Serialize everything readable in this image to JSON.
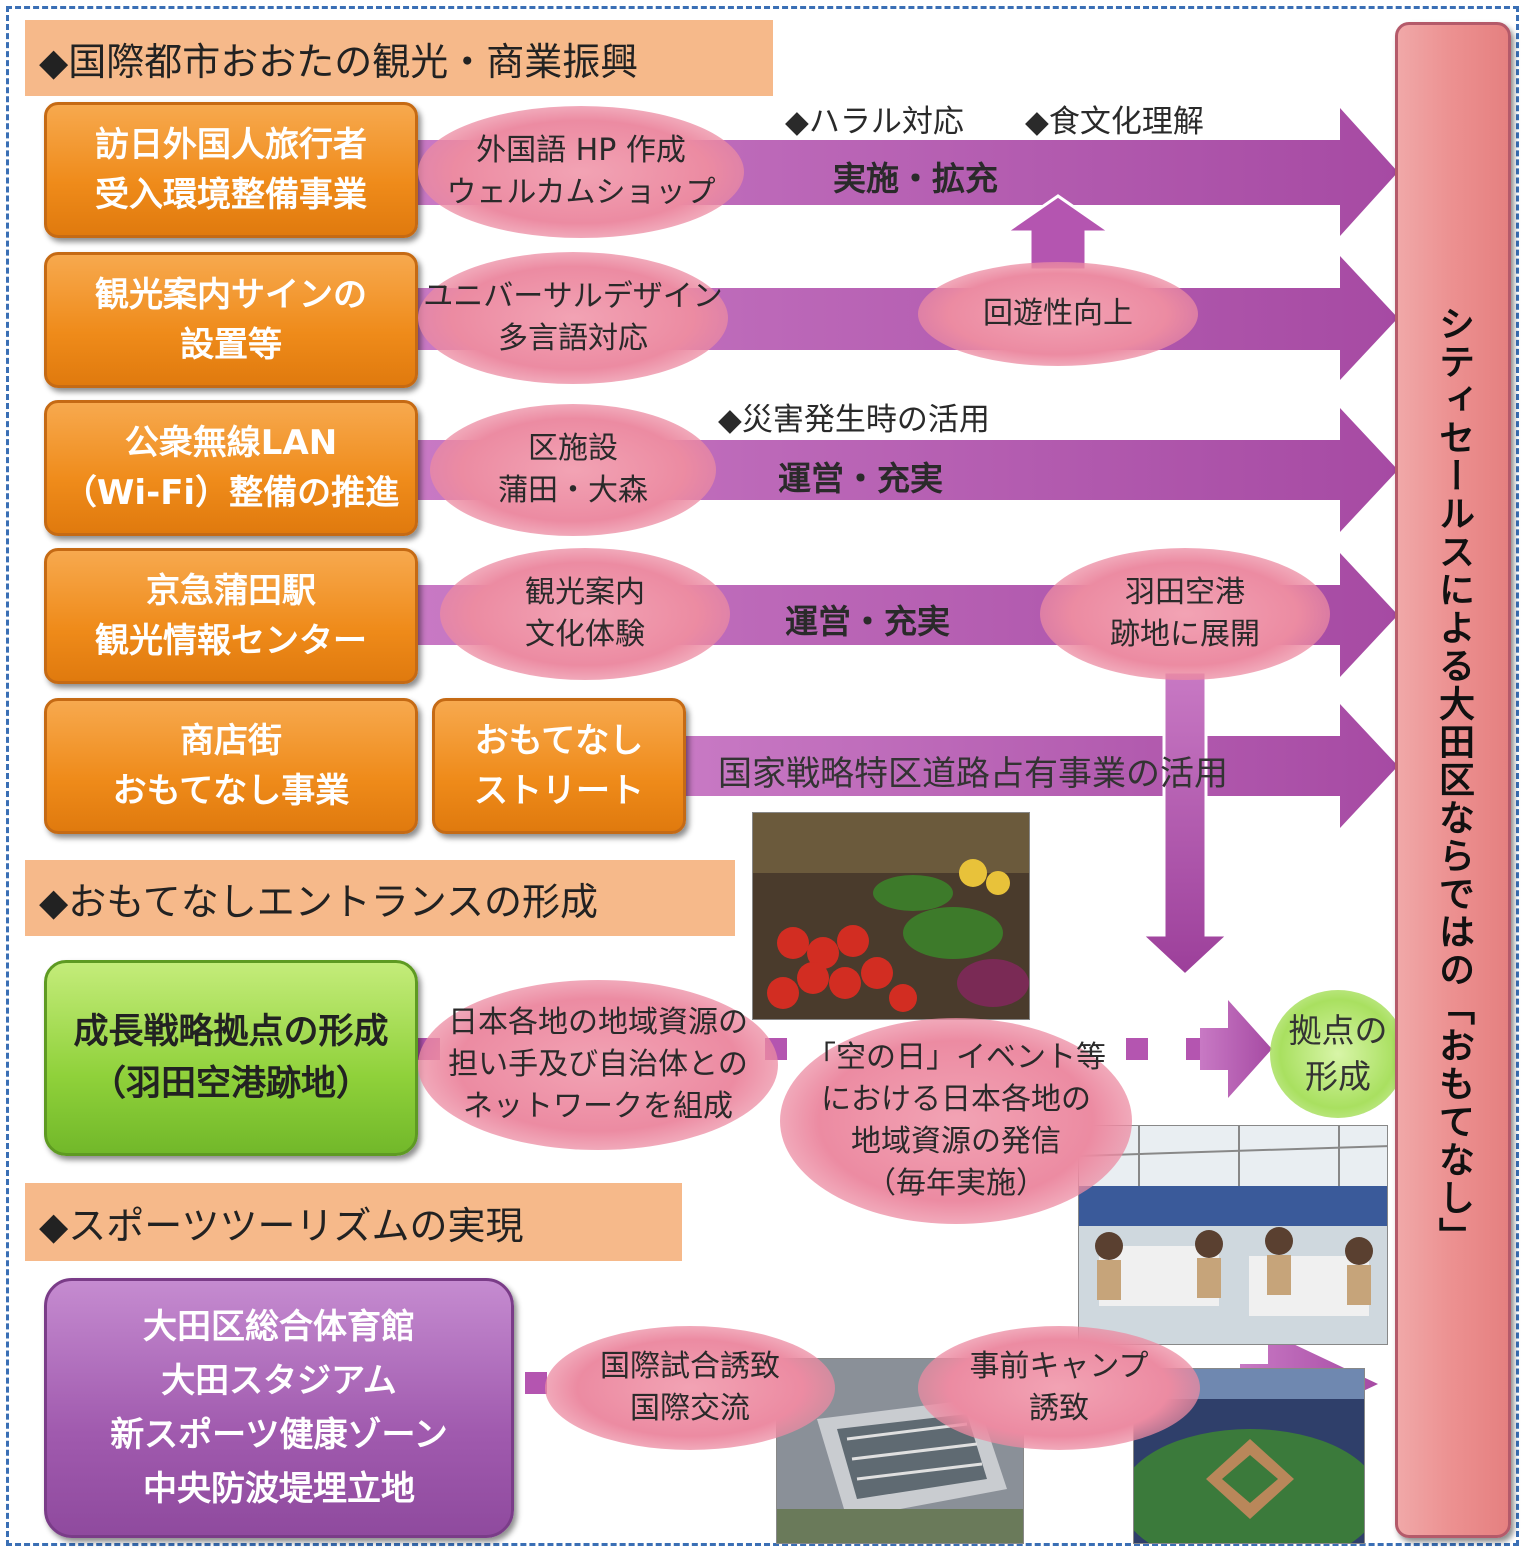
{
  "sections": {
    "tourism": "◆国際都市おおたの観光・商業振興",
    "entrance": "◆おもてなしエントランスの形成",
    "sports": "◆スポーツツーリズムの実現"
  },
  "boxes": {
    "inbound": [
      "訪日外国人旅行者",
      "受入環境整備事業"
    ],
    "signage": [
      "観光案内サインの",
      "設置等"
    ],
    "wifi": [
      "公衆無線LAN",
      "（Wi-Fi）整備の推進"
    ],
    "center": [
      "京急蒲田駅",
      "観光情報センター"
    ],
    "shopping": [
      "商店街",
      "おもてなし事業"
    ],
    "street": [
      "おもてなし",
      "ストリート"
    ],
    "growth": [
      "成長戦略拠点の形成",
      "（羽田空港跡地）"
    ],
    "sports": [
      "大田区総合体育館",
      "大田スタジアム",
      "新スポーツ健康ゾーン",
      "中央防波堤埋立地"
    ]
  },
  "ellipses": {
    "hp": [
      "外国語 HP 作成",
      "ウェルカムショップ"
    ],
    "universal": [
      "ユニバーサルデザイン",
      "多言語対応"
    ],
    "circulation": [
      "回遊性向上"
    ],
    "facility": [
      "区施設",
      "蒲田・大森"
    ],
    "guide": [
      "観光案内",
      "文化体験"
    ],
    "haneda": [
      "羽田空港",
      "跡地に展開"
    ],
    "network": [
      "日本各地の地域資源の",
      "担い手及び自治体との",
      "ネットワークを組成"
    ],
    "soranohi": [
      "「空の日」イベント等",
      "における日本各地の",
      "地域資源の発信",
      "（毎年実施）"
    ],
    "base": [
      "拠点の",
      "形成"
    ],
    "intl": [
      "国際試合誘致",
      "国際交流"
    ],
    "camp": [
      "事前キャンプ",
      "誘致"
    ]
  },
  "labels": {
    "halal": "◆ハラル対応",
    "food": "◆食文化理解",
    "implement": "実施・拡充",
    "disaster": "◆災害発生時の活用",
    "operate1": "運営・充実",
    "operate2": "運営・充実",
    "strategic": "国家戦略特区道路占有事業の活用"
  },
  "goal": "シティセールスによる大田区ならではの「おもてなし」",
  "icons": {
    "arrow": "magenta-arrow",
    "photo1": "vegetables-photo",
    "photo2": "outdoor-dining-photo",
    "photo3": "gymnasium-aerial-photo",
    "photo4": "ota-stadium-photo"
  },
  "colors": {
    "arrow": "#b455b0",
    "orange": "#ef8b1a",
    "green": "#8fd13a",
    "purple": "#a05aae",
    "band": "#f6b98a",
    "goal_bar": "#ec9090",
    "frame": "#3a6fb5"
  }
}
